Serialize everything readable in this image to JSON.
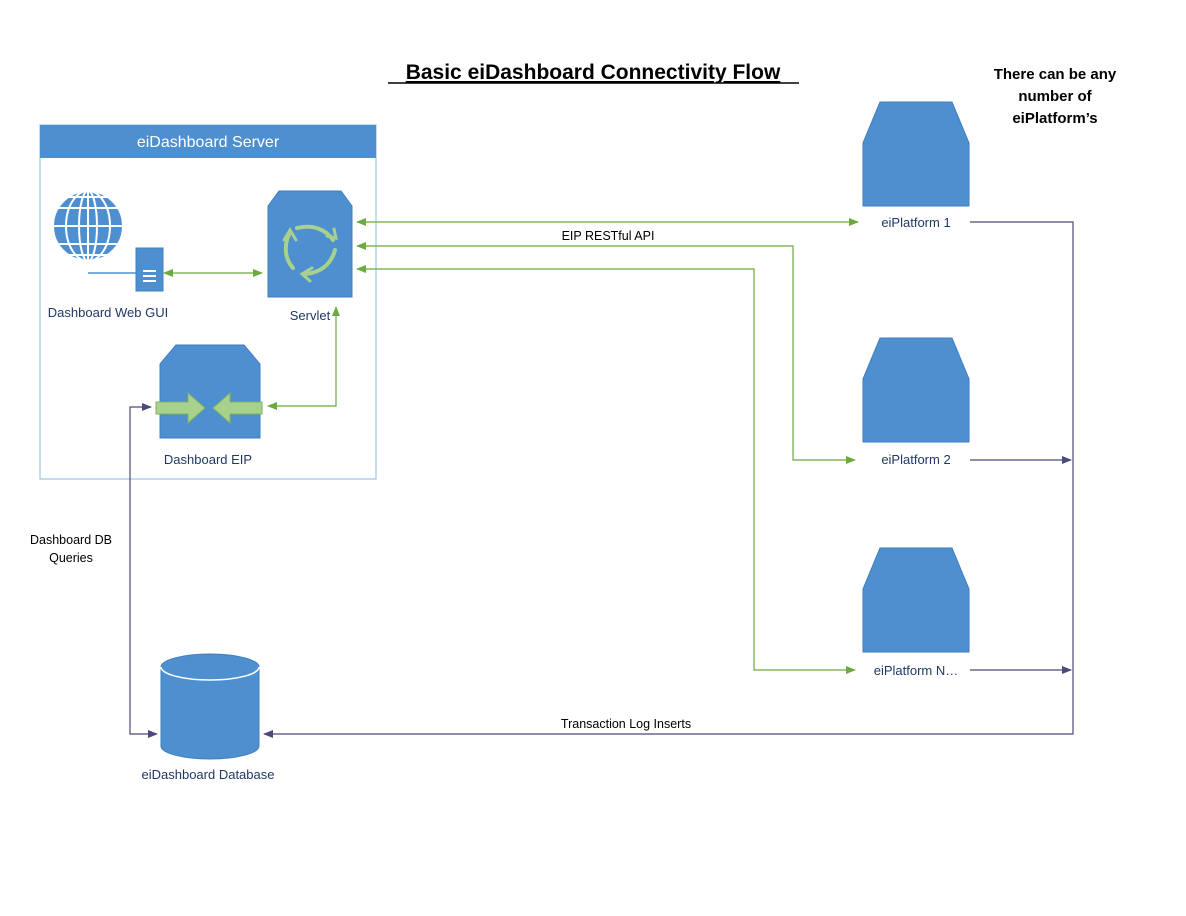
{
  "title": "Basic eiDashboard Connectivity Flow",
  "note": [
    "There can be any",
    "number of",
    "eiPlatform’s"
  ],
  "server": {
    "title": "eiDashboard Server"
  },
  "nodes": {
    "web_gui": "Dashboard Web GUI",
    "servlet": "Servlet",
    "dashboard_eip": "Dashboard EIP",
    "database": "eiDashboard Database",
    "platform_1": "eiPlatform 1",
    "platform_2": "eiPlatform 2",
    "platform_n": "eiPlatform N…"
  },
  "edges": {
    "rest_api": "EIP RESTful API",
    "db_queries": [
      "Dashboard DB",
      "Queries"
    ],
    "log_inserts": "Transaction Log Inserts"
  },
  "colors": {
    "shape_fill": "#4e8fd0",
    "shape_border": "#3f7fc0",
    "green_line": "#6aab3f",
    "navy_line": "#4b4a7a",
    "label_text": "#1f3864",
    "icon_green": "#a9d18e"
  }
}
